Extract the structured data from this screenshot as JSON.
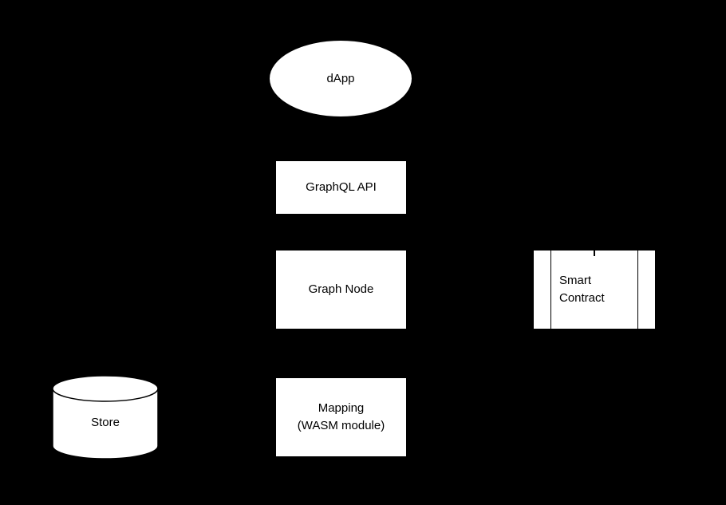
{
  "diagram": {
    "background_color": "#000000",
    "shape_fill_color": "#ffffff",
    "shape_stroke_color": "#000000",
    "nodes": {
      "dapp": {
        "shape": "ellipse",
        "label": "dApp"
      },
      "graphql_api": {
        "shape": "rectangle",
        "label": "GraphQL API"
      },
      "graph_node": {
        "shape": "rectangle",
        "label": "Graph Node"
      },
      "smart_contract": {
        "shape": "component",
        "label_line1": "Smart",
        "label_line2": "Contract"
      },
      "store": {
        "shape": "cylinder",
        "label": "Store"
      },
      "mapping": {
        "shape": "rectangle",
        "label_line1": "Mapping",
        "label_line2": "(WASM module)"
      }
    }
  }
}
